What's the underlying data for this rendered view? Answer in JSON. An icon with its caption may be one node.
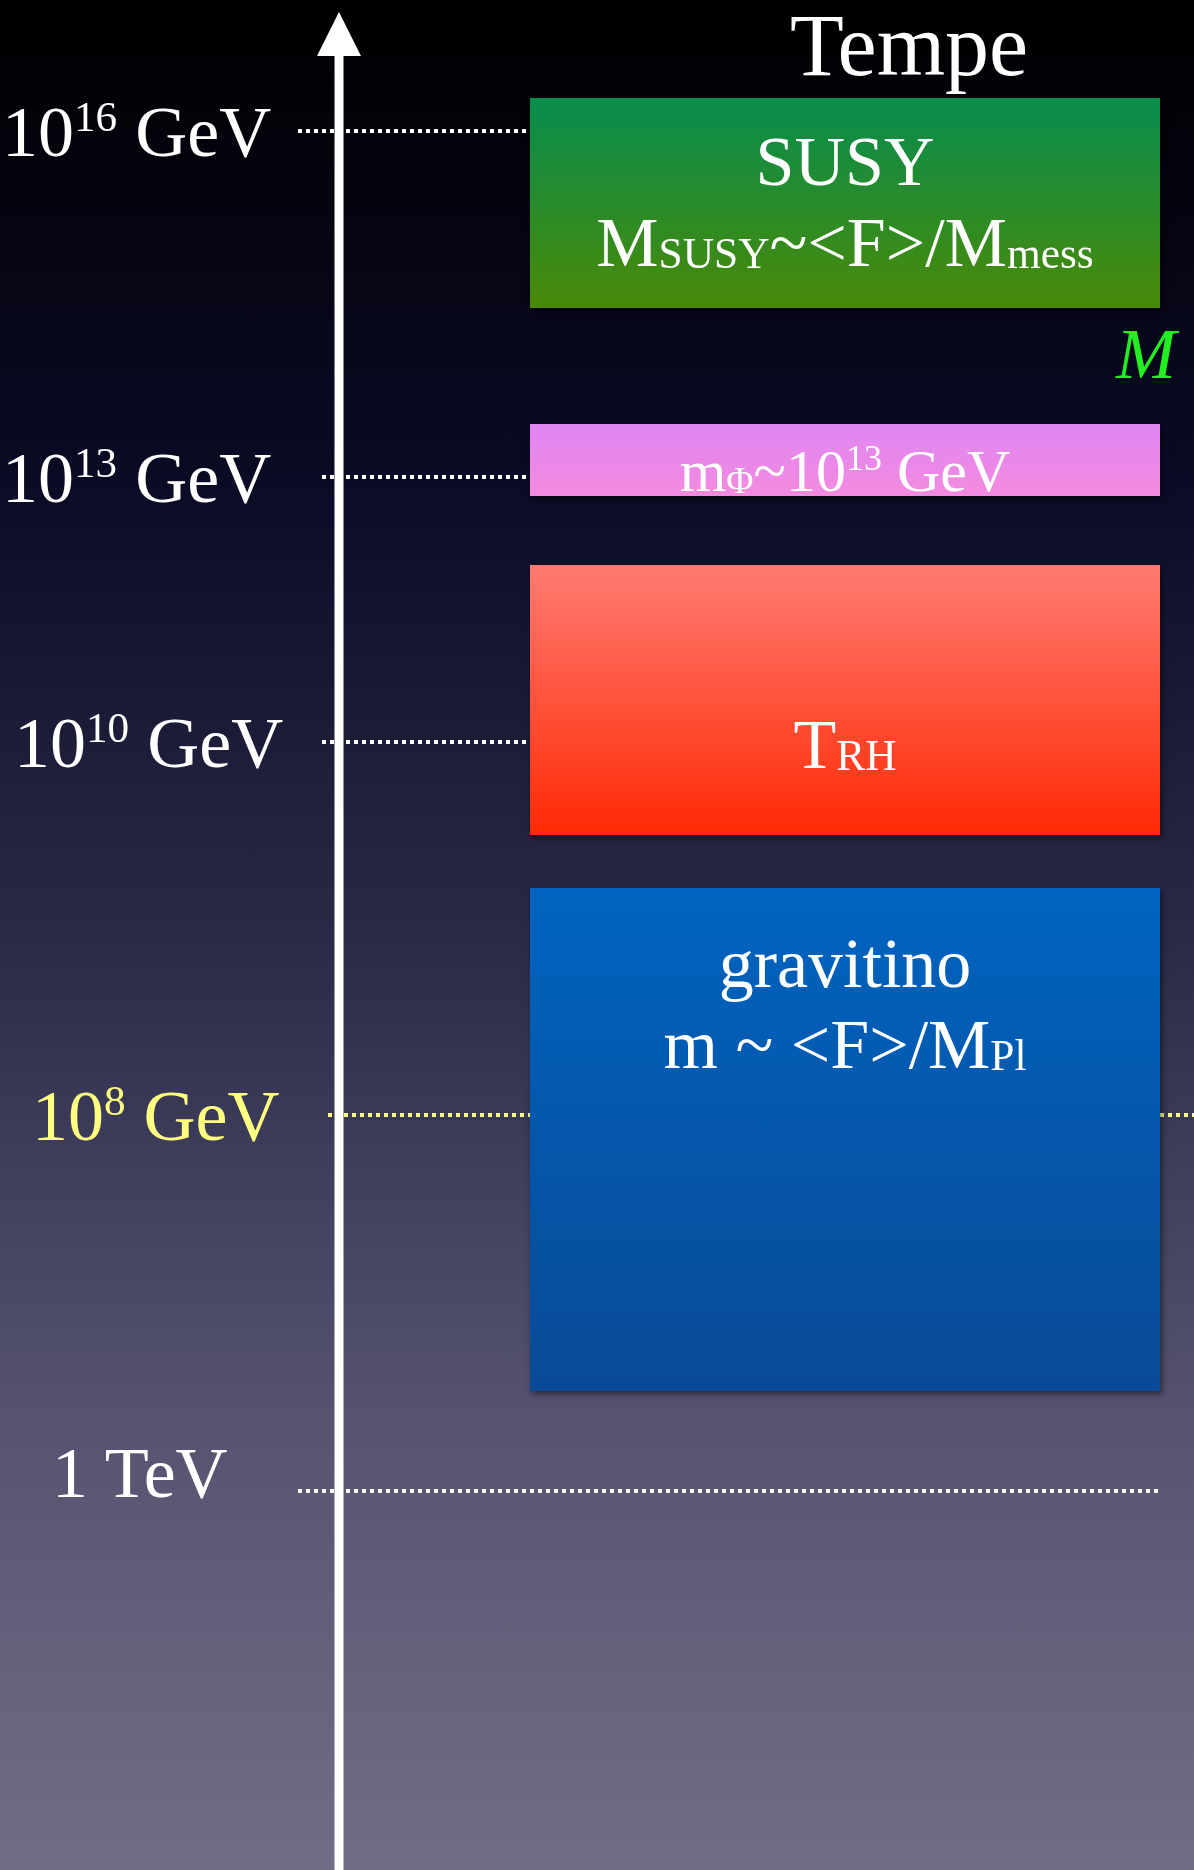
{
  "diagram": {
    "title": "Tempe",
    "nodes": [
      {
        "text": [
          "SUSY",
          "M$_{SUSY}$~<F>/M$_{mess}$"
        ]
      },
      {
        "text": [
          "m$_{Φ}$~10$^{13}$ GeV"
        ]
      },
      {
        "text": [
          "T$_{RH}$"
        ]
      },
      {
        "text": [
          "gravitino",
          "m ~ <F>/M$_{Pl}$"
        ]
      }
    ],
    "edges": [],
    "labels": [
      "10$^{16}$ GeV",
      "M",
      "10$^{13}$ GeV",
      "10$^{10}$ GeV",
      "10$^{8}$ GeV",
      "1 TeV"
    ]
  }
}
